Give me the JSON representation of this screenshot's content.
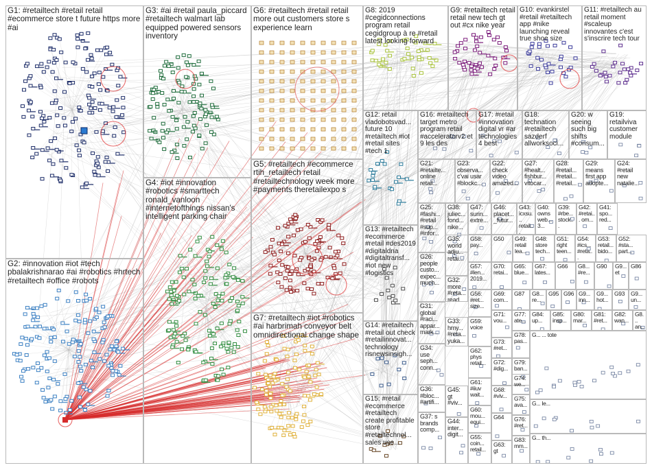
{
  "groups": [
    {
      "id": "G1",
      "label": "G1: #retailtech #retail retail #ecommerce store t future https more #ai",
      "color": "#1a2a66"
    },
    {
      "id": "G2",
      "label": "G2: #innovation #iot #tech pbalakrishnarao #ai #robotics #hrtech #retailtech #office #robots",
      "color": "#3a7fc2"
    },
    {
      "id": "G3",
      "label": "G3: #ai #retail paula_piccard #retailtech walmart lab equipped powered sensors inventory",
      "color": "#1d6b3a"
    },
    {
      "id": "G4",
      "label": "G4: #iot #innovation #robotics #smarttech ronald_vanloon #internetofthings nissan's intelligent parking chair",
      "color": "#2f8c3e"
    },
    {
      "id": "G5",
      "label": "G5: #retailtech #ecommerce rtih_retailtech retail #retailtechnology week more #payments theretailexpo s",
      "color": "#8c1a1a"
    },
    {
      "id": "G6",
      "label": "G6: #retailtech #retail retail more out customers store s experience learn",
      "color": "#c8953a"
    },
    {
      "id": "G7",
      "label": "G7: #retailtech #iot #robotics #ai harbrimah conveyor belt omnidirectional change shape",
      "color": "#e0b13a"
    },
    {
      "id": "G8",
      "label": "G8: 2019 #cegidconnections program retail cegidgroup à re #retail latest looking forward",
      "color": "#a8c23a"
    },
    {
      "id": "G9",
      "label": "G9: #retailtech retail retail new tech gt out #cx nike year",
      "color": "#7a1a7a"
    },
    {
      "id": "G10",
      "label": "G10: evankirstel #retail #retailtech app #nike launching reveal true shoe size",
      "color": "#3a3a9a"
    },
    {
      "id": "G11",
      "label": "G11: #retailtech au retail moment #scaleup innovantes c'est s'inscrire tech tour",
      "color": "#5a2a8c"
    },
    {
      "id": "G12",
      "label": "G12: retail vladobotsvad... future 10 #retailtech #iot #retail sites #tech 1",
      "color": "#2a7a9a"
    },
    {
      "id": "G13",
      "label": "G13: #retailtech #ecommerce #retail #des2019 #digitaldna #digitaltransf... #iot new #logistics",
      "color": "#4a4a4a"
    },
    {
      "id": "G14",
      "label": "G14: #retailtech #retail out check #retailinnovat... technology risnewsinsigh...",
      "color": "#3a5a8a"
    },
    {
      "id": "G15",
      "label": "G15: #retail #ecommerce #retailtech create profitable store #retailtechnol... sales use...",
      "color": "#6a4a2a"
    },
    {
      "id": "G16",
      "label": "G16: #retailtech target metro program retail #acceleratorv2 et 9 les des",
      "color": "#555555"
    },
    {
      "id": "G17",
      "label": "G17: #retail #innovation digital vr #ar technologies 4 best",
      "color": "#555555"
    },
    {
      "id": "G18",
      "label": "G18: technation #retailtech sazderf allworksoci...",
      "color": "#555555"
    },
    {
      "id": "G20",
      "label": "G20: w seeing such big shifts #consum...",
      "color": "#555555"
    },
    {
      "id": "G19",
      "label": "G19: retailviva customer module",
      "color": "#555555"
    },
    {
      "id": "G21",
      "label": "G21: #retailte... online retail...",
      "color": "#555555"
    },
    {
      "id": "G23",
      "label": "G23: observa... c'vai usar #blockc...",
      "color": "#555555"
    },
    {
      "id": "G22",
      "label": "G22: check video amazed...",
      "color": "#555555"
    },
    {
      "id": "G27",
      "label": "G27: #healt... fishbur... vitocar...",
      "color": "#555555"
    },
    {
      "id": "G28",
      "label": "G28: #retail... #retail... #retail...",
      "color": "#555555"
    },
    {
      "id": "G29",
      "label": "G29: means first app adopte...",
      "color": "#555555"
    },
    {
      "id": "G24",
      "label": "G24: #retail new natalie...",
      "color": "#555555"
    },
    {
      "id": "G25",
      "label": "G25: #fashi... #retail #sup... #infor...",
      "color": "#555555"
    },
    {
      "id": "G38",
      "label": "G38: juliec... fond... nike...",
      "color": "#555555"
    },
    {
      "id": "G47",
      "label": "G47: surin... extre...",
      "color": "#555555"
    },
    {
      "id": "G46",
      "label": "G46: placet... _futur...",
      "color": "#555555"
    },
    {
      "id": "G43",
      "label": "G43: icxsu... retail...",
      "color": "#555555"
    },
    {
      "id": "G40",
      "label": "G40: owns web... 3...",
      "color": "#555555"
    },
    {
      "id": "G39",
      "label": "G39: #rbe... stock...",
      "color": "#555555"
    },
    {
      "id": "G42",
      "label": "G42: #retai... om...",
      "color": "#555555"
    },
    {
      "id": "G41",
      "label": "G41: spo... red...",
      "color": "#555555"
    },
    {
      "id": "G26",
      "label": "G26: people custo... expec... much...",
      "color": "#555555"
    },
    {
      "id": "G35",
      "label": "G35: world adju... retai...",
      "color": "#555555"
    },
    {
      "id": "G58",
      "label": "G58: pay...",
      "color": "#555555"
    },
    {
      "id": "G50",
      "label": "G50",
      "color": "#555555"
    },
    {
      "id": "G49",
      "label": "G49: retail lea...",
      "color": "#555555"
    },
    {
      "id": "G48",
      "label": "G48: store tech...",
      "color": "#555555"
    },
    {
      "id": "G51",
      "label": "G51: right teen...",
      "color": "#555555"
    },
    {
      "id": "G54",
      "label": "G54: #ics... #reta...",
      "color": "#555555"
    },
    {
      "id": "G53",
      "label": "G53: retail... bido...",
      "color": "#555555"
    },
    {
      "id": "G52",
      "label": "G52: #sta... part...",
      "color": "#555555"
    },
    {
      "id": "G32",
      "label": "G32: more #reta... read...",
      "color": "#555555"
    },
    {
      "id": "G57",
      "label": "G57: #len... 2019...",
      "color": "#555555"
    },
    {
      "id": "G70",
      "label": "G70: retai...",
      "color": "#555555"
    },
    {
      "id": "G65",
      "label": "G65: blue...",
      "color": "#555555"
    },
    {
      "id": "G67",
      "label": "G67: lates...",
      "color": "#555555"
    },
    {
      "id": "G66",
      "label": "G66",
      "color": "#555555"
    },
    {
      "id": "G8b",
      "label": "G8... #re...",
      "color": "#555555"
    },
    {
      "id": "G90",
      "label": "G90",
      "color": "#555555"
    },
    {
      "id": "G9b",
      "label": "G9... et",
      "color": "#555555"
    },
    {
      "id": "G86",
      "label": "G86",
      "color": "#555555"
    },
    {
      "id": "G31",
      "label": "G31: global #raci... appar... mark...",
      "color": "#555555"
    },
    {
      "id": "G56",
      "label": "G56: #ret... size...",
      "color": "#555555"
    },
    {
      "id": "G69",
      "label": "G69: com...",
      "color": "#555555"
    },
    {
      "id": "G87",
      "label": "G87",
      "color": "#555555"
    },
    {
      "id": "G8c",
      "label": "G8... re...",
      "color": "#555555"
    },
    {
      "id": "G95",
      "label": "G95",
      "color": "#555555"
    },
    {
      "id": "G96",
      "label": "G96",
      "color": "#555555"
    },
    {
      "id": "G9c",
      "label": "G9... inn...",
      "color": "#555555"
    },
    {
      "id": "G9d",
      "label": "G9... hot...",
      "color": "#555555"
    },
    {
      "id": "G93",
      "label": "G93",
      "color": "#555555"
    },
    {
      "id": "G9e",
      "label": "G9... un...",
      "color": "#555555"
    },
    {
      "id": "G33",
      "label": "G33: hmy... #reta... yuka...",
      "color": "#555555"
    },
    {
      "id": "G59",
      "label": "G59: voice",
      "color": "#555555"
    },
    {
      "id": "G71",
      "label": "G71: vou...",
      "color": "#555555"
    },
    {
      "id": "G77",
      "label": "G77: ate...",
      "color": "#555555"
    },
    {
      "id": "G84",
      "label": "G84: up...",
      "color": "#555555"
    },
    {
      "id": "G85",
      "label": "G85: insp...",
      "color": "#555555"
    },
    {
      "id": "G80",
      "label": "G80: mar...",
      "color": "#555555"
    },
    {
      "id": "G81",
      "label": "G81: #ret...",
      "color": "#555555"
    },
    {
      "id": "G82",
      "label": "G82: wan...",
      "color": "#555555"
    },
    {
      "id": "G8d",
      "label": "G8... an...",
      "color": "#555555"
    },
    {
      "id": "G73",
      "label": "G73: #ret...",
      "color": "#555555"
    },
    {
      "id": "G78",
      "label": "G78: pas...",
      "color": "#555555"
    },
    {
      "id": "G34",
      "label": "G34: use seph... conn...",
      "color": "#555555"
    },
    {
      "id": "G62",
      "label": "G62: phys retail...",
      "color": "#555555"
    },
    {
      "id": "G72",
      "label": "G72: #dig...",
      "color": "#555555"
    },
    {
      "id": "G79",
      "label": "G79: ban...",
      "color": "#555555"
    },
    {
      "id": "G74",
      "label": "G74: we...",
      "color": "#555555"
    },
    {
      "id": "G61",
      "label": "G61: #iiuv wait...",
      "color": "#555555"
    },
    {
      "id": "G68",
      "label": "G68: #viv...",
      "color": "#555555"
    },
    {
      "id": "G75",
      "label": "G75: ava...",
      "color": "#555555"
    },
    {
      "id": "G45",
      "label": "G45: gt #viv...",
      "color": "#555555"
    },
    {
      "id": "G36",
      "label": "G36: #bloc... #artifi...",
      "color": "#555555"
    },
    {
      "id": "G60",
      "label": "G60: mou... equi...",
      "color": "#555555"
    },
    {
      "id": "G64",
      "label": "G64",
      "color": "#555555"
    },
    {
      "id": "G76",
      "label": "G76: #ret...",
      "color": "#555555"
    },
    {
      "id": "G37",
      "label": "G37: s brands comp...",
      "color": "#555555"
    },
    {
      "id": "G44",
      "label": "G44: inter... digit...",
      "color": "#555555"
    },
    {
      "id": "G55",
      "label": "G55: coin... retail...",
      "color": "#555555"
    },
    {
      "id": "G63",
      "label": "G63: gt",
      "color": "#555555"
    },
    {
      "id": "G83",
      "label": "G83: mm...",
      "color": "#555555"
    },
    {
      "id": "Gx1",
      "label": "G... ... tote",
      "color": "#555555"
    },
    {
      "id": "Gx2",
      "label": "G... le...",
      "color": "#555555"
    },
    {
      "id": "Gx3",
      "label": "G... th...",
      "color": "#555555"
    }
  ]
}
